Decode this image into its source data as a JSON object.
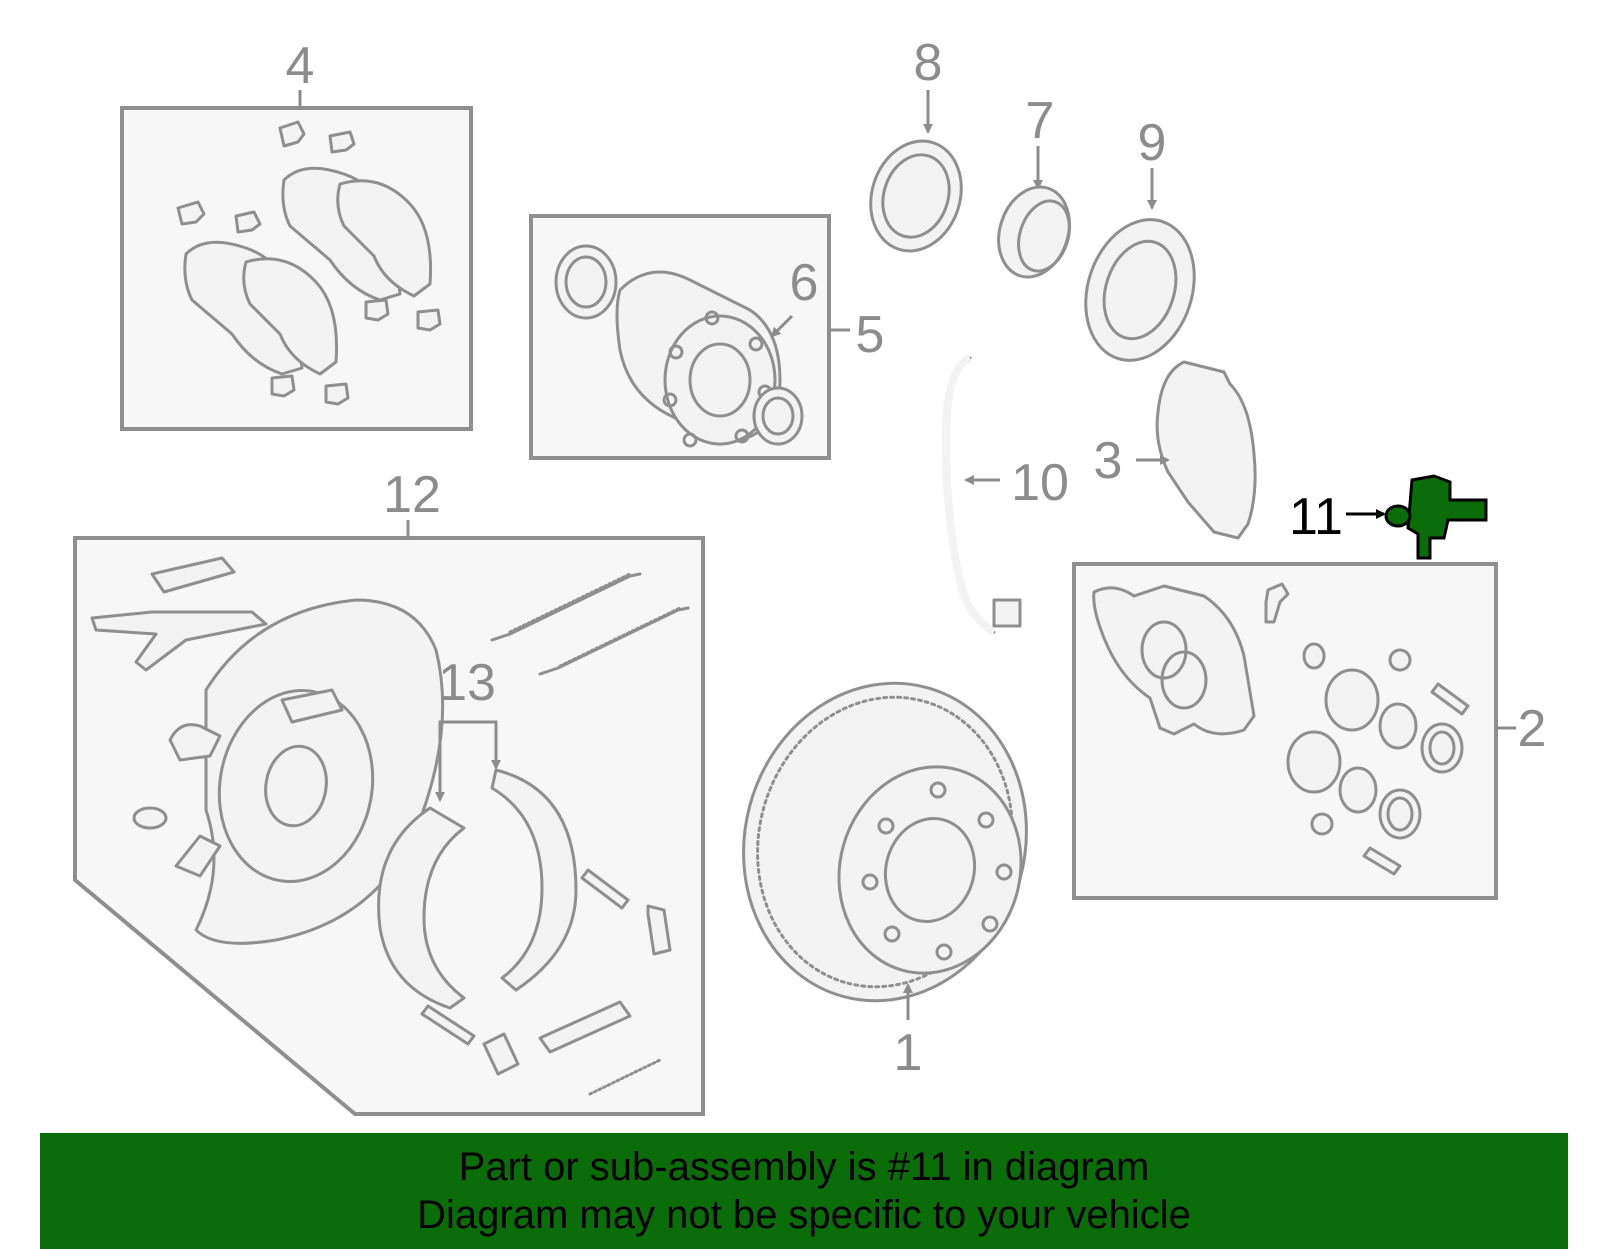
{
  "callouts": {
    "c1": "1",
    "c2": "2",
    "c3": "3",
    "c4": "4",
    "c5": "5",
    "c6": "6",
    "c7": "7",
    "c8": "8",
    "c9": "9",
    "c10": "10",
    "c11": "11",
    "c12": "12",
    "c13": "13"
  },
  "highlighted_part": "11",
  "colors": {
    "highlight": "#0a6d0a",
    "line": "#8f8f8f",
    "box_fill": "#f7f7f7"
  },
  "footer": {
    "line1": "Part or sub-assembly is #11 in diagram",
    "line2": "Diagram may not be specific to your vehicle"
  }
}
